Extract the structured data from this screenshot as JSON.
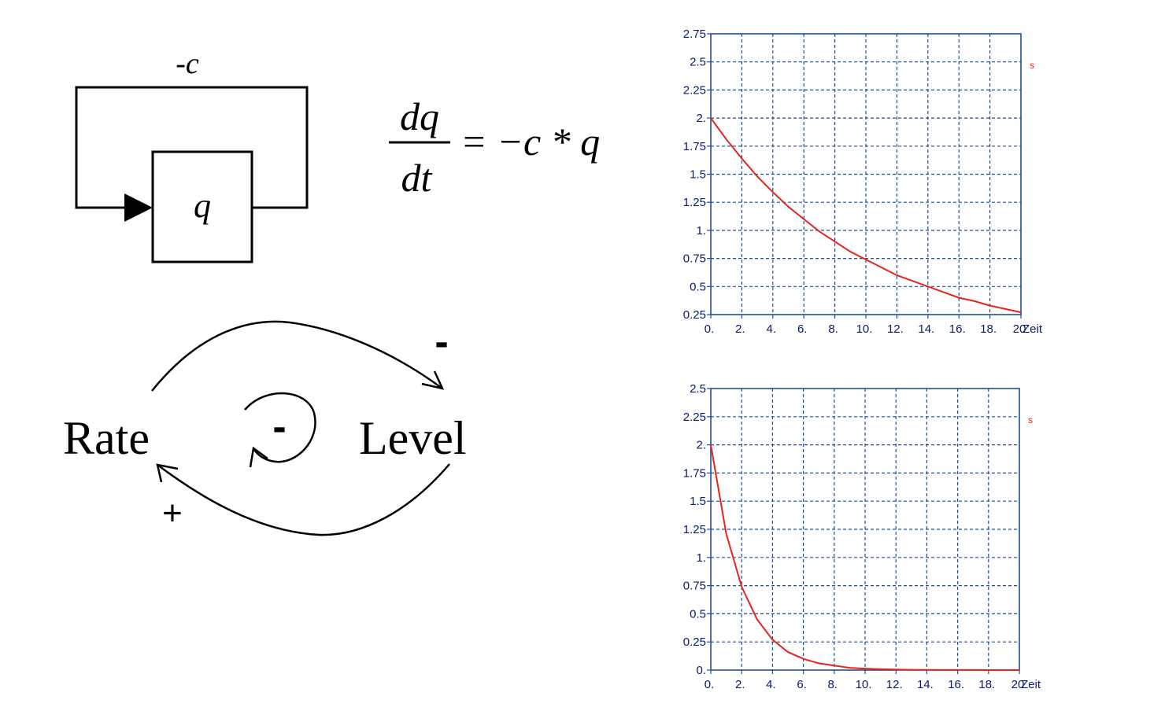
{
  "block_diagram": {
    "feedback_label": "-c",
    "box_label": "q"
  },
  "equation": {
    "numerator": "dq",
    "denominator": "dt",
    "rhs": "= −c * q"
  },
  "causal_loop": {
    "rate_label": "Rate",
    "level_label": "Level",
    "top_sign": "-",
    "loop_sign": "-",
    "bottom_sign": "+"
  },
  "colors": {
    "axis": "#1f4e9a",
    "grid": "#1f4e9a",
    "curve": "#e8231b",
    "tick_text": "#0a1a6e"
  },
  "chart_data": [
    {
      "type": "line",
      "xlabel": "Zeit",
      "ylabel": "",
      "xlim": [
        0,
        20
      ],
      "ylim": [
        0.25,
        2.75
      ],
      "x_ticks": [
        "0.",
        "2.",
        "4.",
        "6.",
        "8.",
        "10.",
        "12.",
        "14.",
        "16.",
        "18.",
        "20"
      ],
      "y_ticks": [
        "0.25",
        "0.5",
        "0.75",
        "1.",
        "1.25",
        "1.5",
        "1.75",
        "2.",
        "2.25",
        "2.5",
        "2.75"
      ],
      "grid": true,
      "series": [
        {
          "name": "s",
          "x": [
            0,
            1,
            2,
            3,
            4,
            5,
            6,
            7,
            8,
            9,
            10,
            11,
            12,
            13,
            14,
            15,
            16,
            17,
            18,
            19,
            20
          ],
          "values": [
            2.0,
            1.81,
            1.64,
            1.48,
            1.34,
            1.21,
            1.1,
            0.99,
            0.9,
            0.81,
            0.74,
            0.67,
            0.6,
            0.55,
            0.5,
            0.45,
            0.4,
            0.37,
            0.33,
            0.3,
            0.27
          ]
        }
      ]
    },
    {
      "type": "line",
      "xlabel": "Zeit",
      "ylabel": "",
      "xlim": [
        0,
        20
      ],
      "ylim": [
        0,
        2.5
      ],
      "x_ticks": [
        "0.",
        "2.",
        "4.",
        "6.",
        "8.",
        "10.",
        "12.",
        "14.",
        "16.",
        "18.",
        "20"
      ],
      "y_ticks": [
        "0.",
        "0.25",
        "0.5",
        "0.75",
        "1.",
        "1.25",
        "1.5",
        "1.75",
        "2.",
        "2.25",
        "2.5"
      ],
      "grid": true,
      "series": [
        {
          "name": "s",
          "x": [
            0,
            1,
            2,
            3,
            4,
            5,
            6,
            7,
            8,
            9,
            10,
            11,
            12,
            13,
            14,
            15,
            16,
            17,
            18,
            19,
            20
          ],
          "values": [
            2.0,
            1.21,
            0.74,
            0.45,
            0.27,
            0.16,
            0.1,
            0.06,
            0.04,
            0.02,
            0.013,
            0.008,
            0.005,
            0.003,
            0.002,
            0.001,
            0.0007,
            0.0004,
            0.0002,
            0.0001,
            0.0001
          ]
        }
      ]
    }
  ]
}
